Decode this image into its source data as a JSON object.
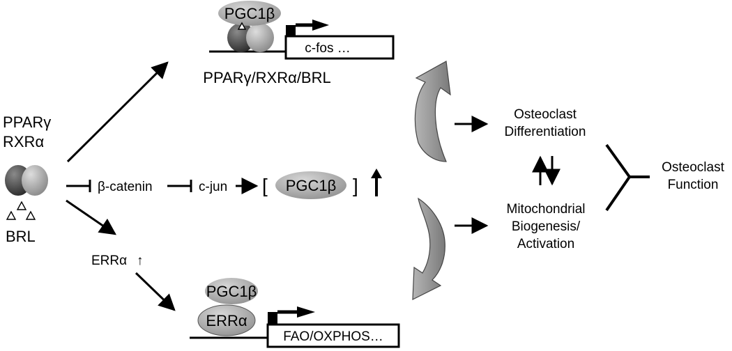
{
  "left": {
    "receptor_line1": "PPARγ",
    "receptor_line2": "RXRα",
    "ligand": "BRL"
  },
  "top_complex": {
    "coactivator": "PGC1β",
    "gene_box": "c-fos …",
    "label": "PPARγ/RXRα/BRL"
  },
  "middle_pathway": {
    "beta_catenin": "β-catenin",
    "c_jun": "c-jun",
    "bracket_open": "[",
    "pgc": "PGC1β",
    "bracket_close": "]"
  },
  "err": {
    "label": "ERRα",
    "up_arrow": "↑"
  },
  "bottom_complex": {
    "coactivator": "PGC1β",
    "receptor": "ERRα",
    "gene_box": "FAO/OXPHOS…"
  },
  "outcomes": {
    "differentiation_line1": "Osteoclast",
    "differentiation_line2": "Differentiation",
    "mito_line1": "Mitochondrial",
    "mito_line2": "Biogenesis/",
    "mito_line3": "Activation",
    "function_line1": "Osteoclast",
    "function_line2": "Function"
  },
  "colors": {
    "dark_sphere": "#3a3a3a",
    "light_sphere": "#9a9a9a",
    "ellipse_fill": "#a8a8a8",
    "curved_arrow": "#8c8c8c"
  }
}
